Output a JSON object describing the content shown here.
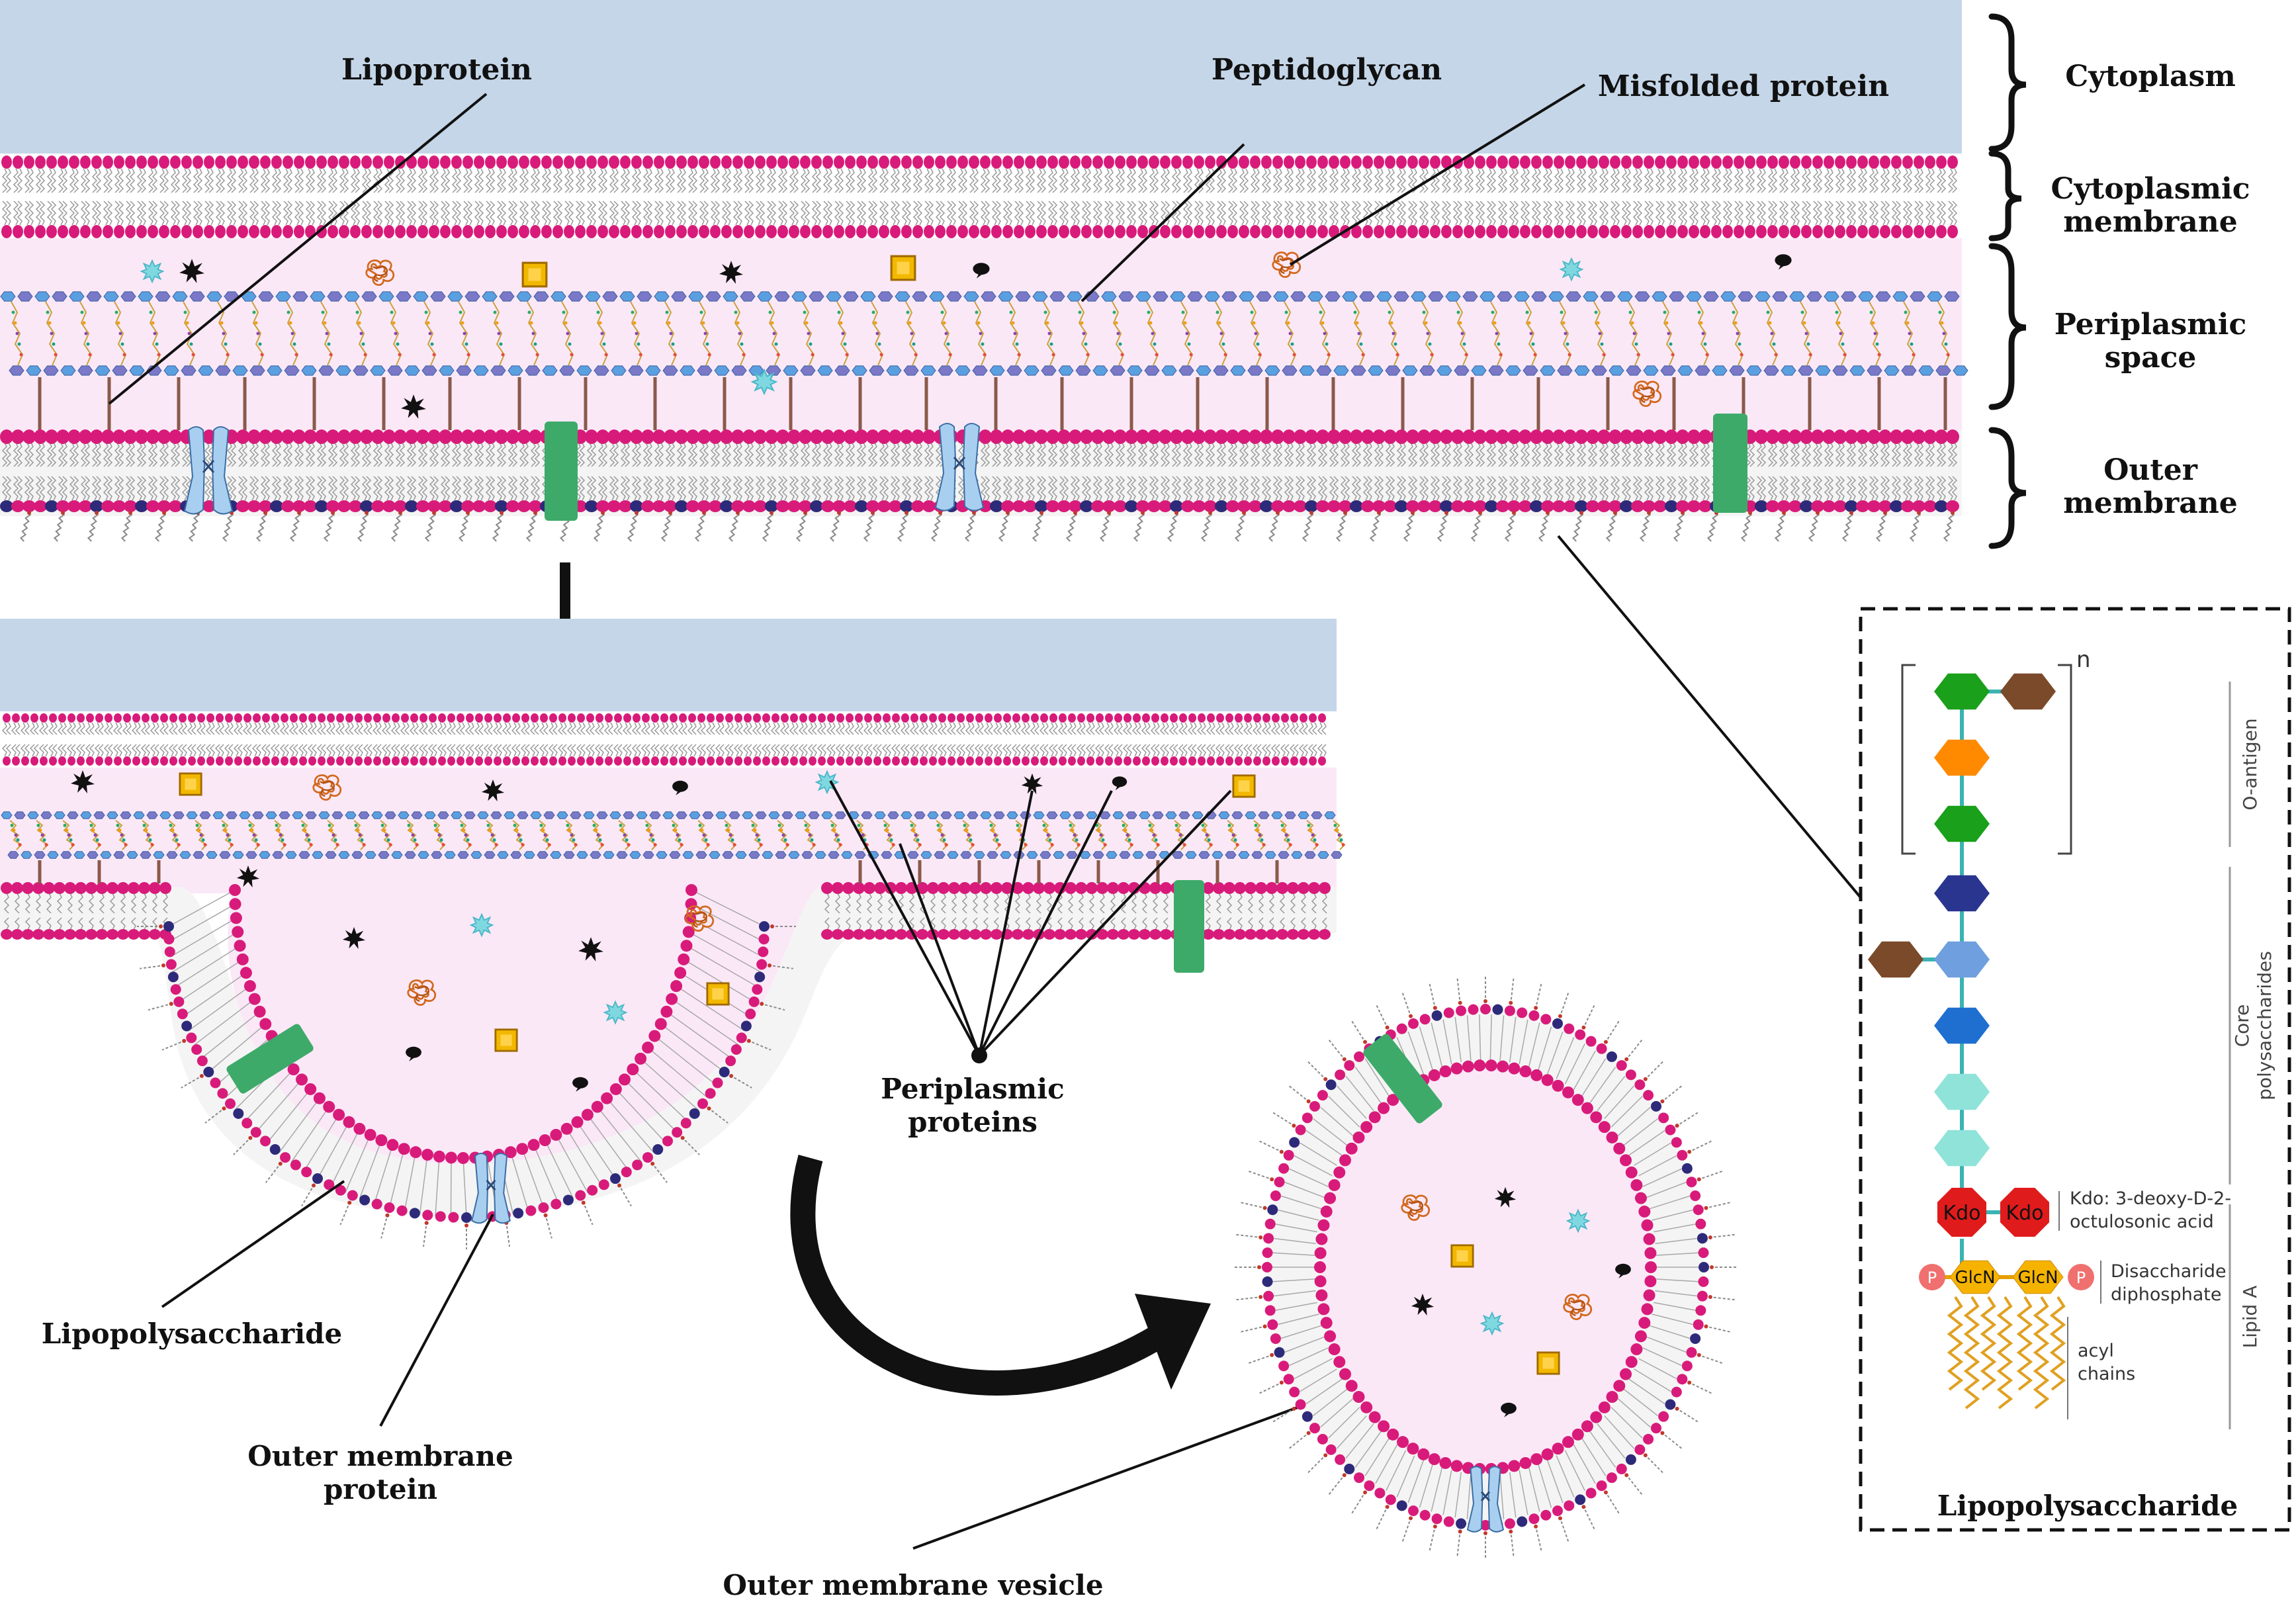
{
  "labels": {
    "lipoprotein": "Lipoprotein",
    "peptidoglycan": "Peptidoglycan",
    "misfolded_protein": "Misfolded protein",
    "periplasmic_proteins_line1": "Periplasmic",
    "periplasmic_proteins_line2": "proteins",
    "lipopolysaccharide": "Lipopolysaccharide",
    "outer_membrane_protein_line1": "Outer membrane",
    "outer_membrane_protein_line2": "protein",
    "outer_membrane_vesicle": "Outer membrane vesicle"
  },
  "layers": {
    "cytoplasm": "Cytoplasm",
    "cytoplasmic_membrane_line1": "Cytoplasmic",
    "cytoplasmic_membrane_line2": "membrane",
    "periplasmic_space_line1": "Periplasmic",
    "periplasmic_space_line2": "space",
    "outer_membrane_line1": "Outer",
    "outer_membrane_line2": "membrane"
  },
  "inset": {
    "title": "Lipopolysaccharide",
    "repeat_symbol": "n",
    "o_antigen": "O-antigen",
    "core_line1": "Core",
    "core_line2": "polysaccharides",
    "lipid_a": "Lipid A",
    "kdo_label": "Kdo",
    "kdo_desc_line1": "Kdo: 3-deoxy-D-2-",
    "kdo_desc_line2": "octulosonic acid",
    "glcn_label": "GlcN",
    "phosphate_label": "P",
    "disaccharide_line1": "Disaccharide",
    "disaccharide_line2": "diphosphate",
    "acyl_line1": "acyl",
    "acyl_line2": "chains"
  },
  "colors": {
    "cytoplasm": "#c5d6e8",
    "periplasm": "#fbe8f7",
    "lipid_head": "#d81b7a",
    "lps_head": "#2e2a7a",
    "peptidoglycan_a": "#5aa0e0",
    "peptidoglycan_b": "#7b78c8",
    "lipoprotein": "#8a5a4a",
    "omp_blue": "#a9cff0",
    "omp_green": "#3daa6a",
    "misfolded": "#d2691e",
    "square_protein": "#f2b800",
    "star_protein": "#7fd8e0"
  },
  "icons": [
    "curly-brace-icon",
    "arrow-down-icon",
    "curved-arrow-icon",
    "starburst-icon",
    "square-protein-icon",
    "misfolded-protein-icon",
    "oval-protein-icon",
    "star-protein-icon"
  ]
}
